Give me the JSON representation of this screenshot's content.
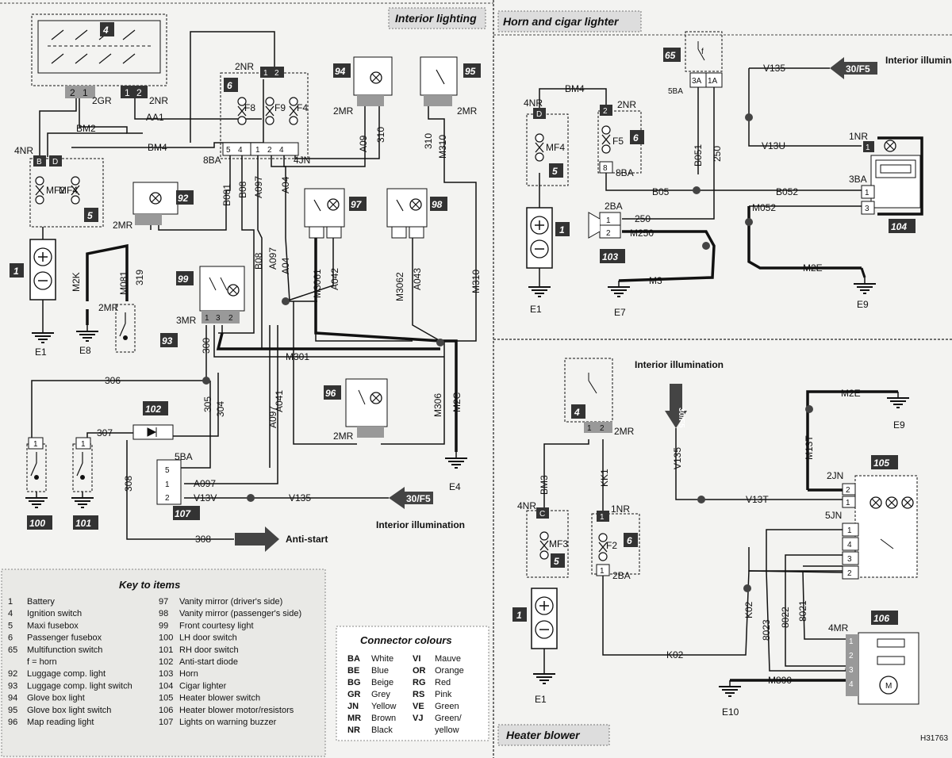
{
  "sections": {
    "interior_lighting": "Interior lighting",
    "horn_cigar": "Horn and cigar lighter",
    "heater_blower": "Heater blower"
  },
  "key": {
    "title": "Key to items",
    "items_left": [
      [
        "1",
        "Battery"
      ],
      [
        "4",
        "Ignition switch"
      ],
      [
        "5",
        "Maxi fusebox"
      ],
      [
        "6",
        "Passenger fusebox"
      ],
      [
        "65",
        "Multifunction switch"
      ],
      [
        "",
        "f  =  horn"
      ],
      [
        "92",
        "Luggage comp. light"
      ],
      [
        "93",
        "Luggage comp. light switch"
      ],
      [
        "94",
        "Glove box light"
      ],
      [
        "95",
        "Glove box light switch"
      ],
      [
        "96",
        "Map reading light"
      ]
    ],
    "items_right": [
      [
        "97",
        "Vanity mirror (driver's side)"
      ],
      [
        "98",
        "Vanity mirror (passenger's side)"
      ],
      [
        "99",
        "Front courtesy light"
      ],
      [
        "100",
        "LH door switch"
      ],
      [
        "101",
        "RH door switch"
      ],
      [
        "102",
        "Anti-start diode"
      ],
      [
        "103",
        "Horn"
      ],
      [
        "104",
        "Cigar lighter"
      ],
      [
        "105",
        "Heater blower switch"
      ],
      [
        "106",
        "Heater blower motor/resistors"
      ],
      [
        "107",
        "Lights on warning buzzer"
      ]
    ]
  },
  "connector_colours": {
    "title": "Connector colours",
    "left": [
      [
        "BA",
        "White"
      ],
      [
        "BE",
        "Blue"
      ],
      [
        "BG",
        "Beige"
      ],
      [
        "GR",
        "Grey"
      ],
      [
        "JN",
        "Yellow"
      ],
      [
        "MR",
        "Brown"
      ],
      [
        "NR",
        "Black"
      ]
    ],
    "right": [
      [
        "VI",
        "Mauve"
      ],
      [
        "OR",
        "Orange"
      ],
      [
        "RG",
        "Red"
      ],
      [
        "RS",
        "Pink"
      ],
      [
        "VE",
        "Green"
      ],
      [
        "VJ",
        "Green/"
      ],
      [
        "",
        "yellow"
      ]
    ]
  },
  "wires": {
    "aa1": "AA1",
    "bm2": "BM2",
    "bm4": "BM4",
    "a09": "A09",
    "w310": "310",
    "m310": "M310",
    "b081": "B081",
    "b08": "B08",
    "a097": "A097",
    "a04": "A04",
    "m3061": "M3061",
    "a042": "A042",
    "m3062": "M3062",
    "a043": "A043",
    "m2k": "M2K",
    "m081": "M081",
    "w319": "319",
    "m301": "M301",
    "w300": "300",
    "w306": "306",
    "w305": "305",
    "w304": "304",
    "w307": "307",
    "w308": "308",
    "a041": "A041",
    "m306": "M306",
    "m2c": "M2C",
    "v13v": "V13V",
    "v135": "V135",
    "b051": "B051",
    "w250": "250",
    "b05": "B05",
    "b052": "B052",
    "m052": "M052",
    "m250": "M250",
    "m3": "M3",
    "m2e": "M2E",
    "v13u": "V13U",
    "bm3": "BM3",
    "kk1": "KK1",
    "k02": "K02",
    "m13t": "M13T",
    "v13t": "V13T",
    "w8023": "8023",
    "w8022": "8022",
    "w8021": "8021",
    "m800": "M800"
  },
  "connectors": {
    "c2gr": "2GR",
    "c2nr": "2NR",
    "c4nr": "4NR",
    "c8ba": "8BA",
    "c4jn": "4JN",
    "c2mr": "2MR",
    "c3mr": "3MR",
    "c5ba": "5BA",
    "c1nr": "1NR",
    "c3ba": "3BA",
    "c2ba": "2BA",
    "c2jn": "2JN",
    "c5jn": "5JN",
    "c4mr": "4MR"
  },
  "fuses": {
    "f8": "F8",
    "f9": "F9",
    "f4": "F4",
    "mf2": "MF2",
    "mf4": "MF4",
    "f5": "F5",
    "mf3": "MF3",
    "f2": "F2",
    "f": "f"
  },
  "grounds": {
    "e1": "E1",
    "e8": "E8",
    "e4": "E4",
    "e7": "E7",
    "e9": "E9",
    "e10": "E10"
  },
  "refs": {
    "interior_illumination": "Interior illumination",
    "feed_30f5": "30/F5",
    "anti_start": "Anti-start"
  },
  "item_numbers": [
    "1",
    "4",
    "5",
    "6",
    "65",
    "92",
    "93",
    "94",
    "95",
    "96",
    "97",
    "98",
    "99",
    "100",
    "101",
    "102",
    "103",
    "104",
    "105",
    "106",
    "107"
  ],
  "pins": {
    "p1": "1",
    "p2": "2",
    "p3": "3",
    "p4": "4",
    "p5": "5",
    "pa": "3A",
    "pb": "1A",
    "pd": "D",
    "pb2": "B",
    "pc": "C",
    "m": "M"
  },
  "drawing_id": "H31763"
}
